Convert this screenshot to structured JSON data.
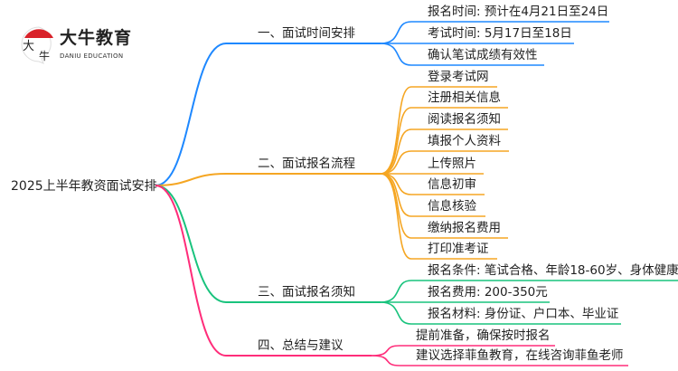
{
  "logo": {
    "name_cn": "大牛教育",
    "name_en": "DANIU EDUCATION",
    "mark_text": "大牛"
  },
  "root": {
    "label": "2025上半年教资面试安排"
  },
  "colors": {
    "blue": "#1e88ff",
    "orange": "#f5a623",
    "green": "#19c37d",
    "pink": "#ff2d7a"
  },
  "branches": [
    {
      "label": "一、面试时间安排",
      "color": "blue",
      "leaves": [
        "报名时间: 预计在4月21日至24日",
        "考试时间: 5月17日至18日",
        "确认笔试成绩有效性"
      ]
    },
    {
      "label": "二、面试报名流程",
      "color": "orange",
      "leaves": [
        "登录考试网",
        "注册相关信息",
        "阅读报名须知",
        "填报个人资料",
        "上传照片",
        "信息初审",
        "信息核验",
        "缴纳报名费用",
        "打印准考证"
      ]
    },
    {
      "label": "三、面试报名须知",
      "color": "green",
      "leaves": [
        "报名条件: 笔试合格、年龄18-60岁、身体健康",
        "报名费用: 200-350元",
        "报名材料: 身份证、户口本、毕业证"
      ]
    },
    {
      "label": "四、总结与建议",
      "color": "pink",
      "leaves": [
        "提前准备，确保按时报名",
        "建议选择菲鱼教育，在线咨询菲鱼老师"
      ]
    }
  ]
}
